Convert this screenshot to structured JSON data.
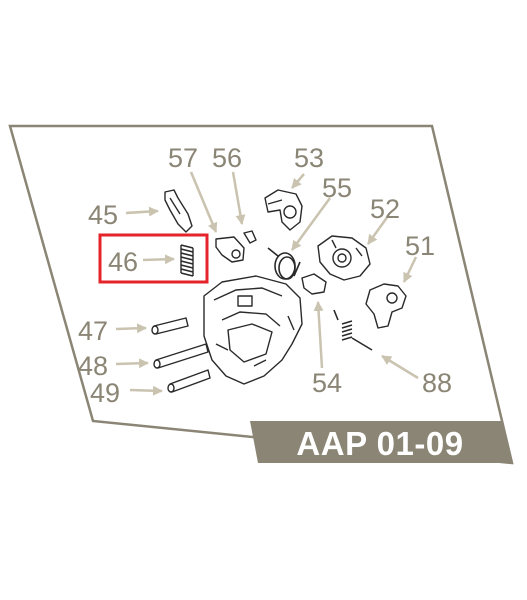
{
  "diagram": {
    "code": "AAP 01-09",
    "highlight_color": "#e5232a",
    "frame_color": "#8a8575",
    "labels": {
      "p45": "45",
      "p46": "46",
      "p47": "47",
      "p48": "48",
      "p49": "49",
      "p51": "51",
      "p52": "52",
      "p53": "53",
      "p54": "54",
      "p55": "55",
      "p56": "56",
      "p57": "57",
      "p88": "88"
    }
  }
}
